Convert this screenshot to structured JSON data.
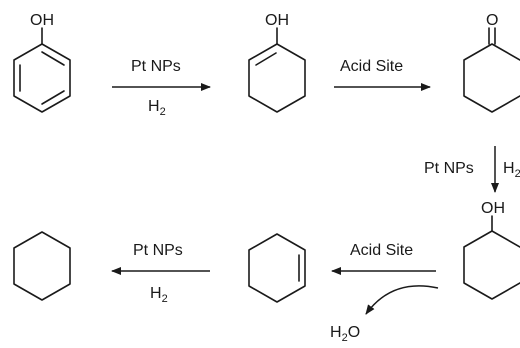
{
  "molecules": {
    "phenol": {
      "label": "OH"
    },
    "enol": {
      "label": "OH"
    },
    "cyclohexanone": {
      "label": "O"
    },
    "cyclohexanol": {
      "label": "OH"
    }
  },
  "steps": {
    "step1": {
      "top": "Pt NPs",
      "bottom_base": "H",
      "bottom_sub": "2"
    },
    "step2": {
      "top": "Acid Site"
    },
    "step3": {
      "left": "Pt NPs",
      "right_base": "H",
      "right_sub": "2"
    },
    "step4": {
      "top": "Acid Site",
      "byproduct_base": "H",
      "byproduct_sub": "2",
      "byproduct_tail": "O"
    },
    "step5": {
      "top": "Pt NPs",
      "bottom_base": "H",
      "bottom_sub": "2"
    }
  }
}
